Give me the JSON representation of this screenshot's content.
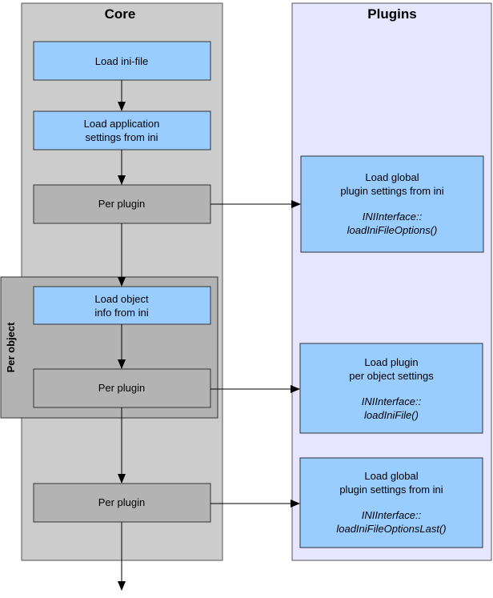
{
  "lanes": {
    "core": "Core",
    "plugins": "Plugins"
  },
  "group": {
    "per_object": "Per object"
  },
  "core_nodes": {
    "load_ini": "Load ini-file",
    "load_app_1": "Load application",
    "load_app_2": "settings from ini",
    "per_plugin_1": "Per plugin",
    "load_obj_1": "Load object",
    "load_obj_2": "info from ini",
    "per_plugin_2": "Per plugin",
    "per_plugin_3": "Per plugin"
  },
  "plugin_nodes": {
    "global_1": "Load global",
    "global_2": "plugin settings from ini",
    "global_3": "INIInterface::",
    "global_4": "loadIniFileOptions()",
    "object_1": "Load plugin",
    "object_2": "per object settings",
    "object_3": "INIInterface::",
    "object_4": "loadIniFile()",
    "last_1": "Load global",
    "last_2": "plugin settings from ini",
    "last_3": "INIInterface::",
    "last_4": "loadIniFileOptionsLast()"
  },
  "colors": {
    "core_lane": "#cccccc",
    "plugins_lane": "#e6e6ff",
    "blue_box": "#99ccff",
    "gray_box": "#b3b3b3",
    "group_box": "#b3b3b3"
  }
}
